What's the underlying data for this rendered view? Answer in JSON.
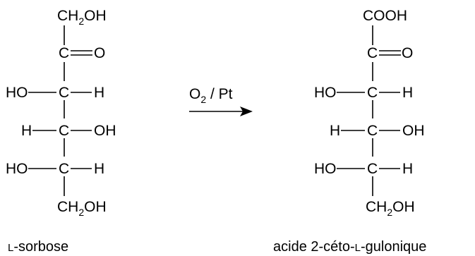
{
  "reaction": {
    "reagent_main": "O",
    "reagent_sub": "2",
    "reagent_rest": " / Pt"
  },
  "sorbose": {
    "top_group_main": "CH",
    "top_group_sub": "2",
    "top_group_rest": "OH",
    "carbonyl_c": "C",
    "carbonyl_o": "O",
    "c3_left": "HO",
    "c3_c": "C",
    "c3_right": "H",
    "c4_left": "H",
    "c4_c": "C",
    "c4_right": "OH",
    "c5_left": "HO",
    "c5_c": "C",
    "c5_right": "H",
    "bottom_group_main": "CH",
    "bottom_group_sub": "2",
    "bottom_group_rest": "OH",
    "caption_prefix": "L",
    "caption_rest": "-sorbose"
  },
  "gulonic": {
    "top_group": "COOH",
    "carbonyl_c": "C",
    "carbonyl_o": "O",
    "c3_left": "HO",
    "c3_c": "C",
    "c3_right": "H",
    "c4_left": "H",
    "c4_c": "C",
    "c4_right": "OH",
    "c5_left": "HO",
    "c5_c": "C",
    "c5_right": "H",
    "bottom_group_main": "CH",
    "bottom_group_sub": "2",
    "bottom_group_rest": "OH",
    "caption_before": "acide 2-céto-",
    "caption_prefix": "L",
    "caption_after": "-gulonique"
  }
}
